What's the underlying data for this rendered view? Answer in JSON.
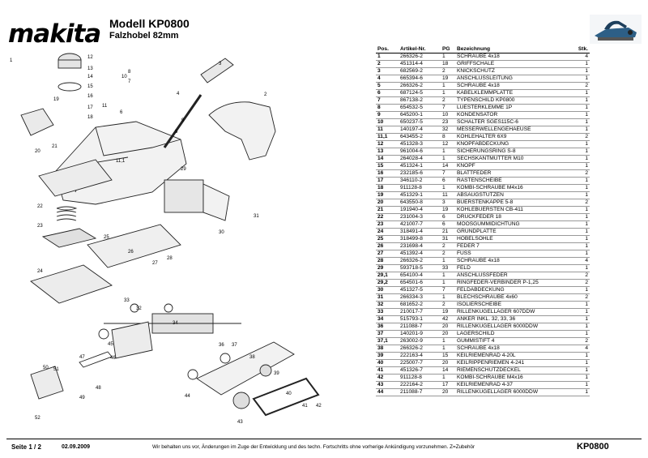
{
  "header": {
    "brand": "makita",
    "model": "Modell  KP0800",
    "subtitle": "Falzhobel 82mm"
  },
  "parts_table": {
    "columns": [
      "Pos.",
      "Artikel-Nr.",
      "PG",
      "Bezeichnung",
      "Stk."
    ],
    "rows": [
      [
        "1",
        "266326-2",
        "1",
        "SCHRAUBE 4x18",
        "4"
      ],
      [
        "2",
        "451314-4",
        "18",
        "GRIFFSCHALE",
        "1"
      ],
      [
        "3",
        "682569-2",
        "2",
        "KNICKSCHUTZ",
        "1"
      ],
      [
        "4",
        "665394-6",
        "19",
        "ANSCHLUSSLEITUNG",
        "1"
      ],
      [
        "5",
        "266326-2",
        "1",
        "SCHRAUBE 4x18",
        "2"
      ],
      [
        "6",
        "687124-5",
        "1",
        "KABELKLEMMPLATTE",
        "1"
      ],
      [
        "7",
        "867138-2",
        "2",
        "TYPENSCHILD KP0800",
        "1"
      ],
      [
        "8",
        "654532-5",
        "7",
        "LUESTERKLEMME 1P",
        "1"
      ],
      [
        "9",
        "645200-1",
        "10",
        "KONDENSATOR",
        "1"
      ],
      [
        "10",
        "650237-5",
        "23",
        "SCHALTER SGES115C-6",
        "1"
      ],
      [
        "11",
        "140197-4",
        "32",
        "MESSERWELLENGEHAEUSE",
        "1"
      ],
      [
        "11,1",
        "643455-2",
        "8",
        "KOHLEHALTER 6X9",
        "2"
      ],
      [
        "12",
        "451328-3",
        "12",
        "KNOPFABDECKUNG",
        "1"
      ],
      [
        "13",
        "961004-6",
        "1",
        "SICHERUNGSRING S-8",
        "1"
      ],
      [
        "14",
        "264028-4",
        "1",
        "SECHSKANTMUTTER M10",
        "1"
      ],
      [
        "15",
        "451324-1",
        "14",
        "KNOPF",
        "1"
      ],
      [
        "16",
        "232185-6",
        "7",
        "BLATTFEDER",
        "2"
      ],
      [
        "17",
        "346110-2",
        "6",
        "RASTENSCHEIBE",
        "1"
      ],
      [
        "18",
        "911128-8",
        "1",
        "KOMBI-SCHRAUBE M4x16",
        "1"
      ],
      [
        "19",
        "451329-1",
        "11",
        "ABSAUGSTUTZEN",
        "1"
      ],
      [
        "20",
        "643550-8",
        "3",
        "BUERSTENKAPPE 5-8",
        "2"
      ],
      [
        "21",
        "191940-4",
        "19",
        "KOHLEBUERSTEN CB-411",
        "1"
      ],
      [
        "22",
        "231004-3",
        "6",
        "DRUCKFEDER 18",
        "1"
      ],
      [
        "23",
        "421007-7",
        "6",
        "MOOSGUMMIDICHTUNG",
        "1"
      ],
      [
        "24",
        "318491-4",
        "21",
        "GRUNDPLATTE",
        "1"
      ],
      [
        "25",
        "318499-8",
        "31",
        "HOBELSOHLE",
        "1"
      ],
      [
        "26",
        "231698-4",
        "2",
        "FEDER 7",
        "1"
      ],
      [
        "27",
        "451392-4",
        "2",
        "FUSS",
        "1"
      ],
      [
        "28",
        "266326-2",
        "1",
        "SCHRAUBE 4x18",
        "4"
      ],
      [
        "29",
        "593718-5",
        "33",
        "FELD",
        "1"
      ],
      [
        "29,1",
        "654100-4",
        "1",
        "ANSCHLUSSFEDER",
        "2"
      ],
      [
        "29,2",
        "654501-6",
        "1",
        "RINGFEDER-VERBINDER P-1,25",
        "2"
      ],
      [
        "30",
        "451327-5",
        "7",
        "FELDABDECKUNG",
        "1"
      ],
      [
        "31",
        "266334-3",
        "1",
        "BLECHSCHRAUBE 4x60",
        "2"
      ],
      [
        "32",
        "681652-2",
        "2",
        "ISOLIERSCHEIBE",
        "1"
      ],
      [
        "33",
        "210017-7",
        "19",
        "RILLENKUGELLAGER 607DDW",
        "1"
      ],
      [
        "34",
        "515793-1",
        "42",
        "ANKER INKL. 32, 33, 36",
        "1"
      ],
      [
        "36",
        "211088-7",
        "20",
        "RILLENKUGELLAGER 6000DDW",
        "1"
      ],
      [
        "37",
        "140201-9",
        "20",
        "LAGERSCHILD",
        "1"
      ],
      [
        "37,1",
        "263002-9",
        "1",
        "GUMMISTIFT 4",
        "2"
      ],
      [
        "38",
        "266326-2",
        "1",
        "SCHRAUBE 4x18",
        "4"
      ],
      [
        "39",
        "222163-4",
        "15",
        "KEILRIEMENRAD 4-20L",
        "1"
      ],
      [
        "40",
        "225007-7",
        "20",
        "KEILRIPPENRIEMEN 4-241",
        "1"
      ],
      [
        "41",
        "451326-7",
        "14",
        "RIEMENSCHUTZDECKEL",
        "1"
      ],
      [
        "42",
        "911128-8",
        "1",
        "KOMBI-SCHRAUBE M4x16",
        "1"
      ],
      [
        "43",
        "222164-2",
        "17",
        "KEILRIEMENRAD 4-37",
        "1"
      ],
      [
        "44",
        "211088-7",
        "20",
        "RILLENKUGELLAGER 6000DDW",
        "1"
      ]
    ]
  },
  "diagram_labels": [
    "1",
    "2",
    "3",
    "4",
    "5",
    "6",
    "7",
    "8",
    "9",
    "10",
    "11",
    "11,1",
    "12",
    "13",
    "14",
    "15",
    "16",
    "17",
    "18",
    "19",
    "20",
    "21",
    "22",
    "23",
    "24",
    "25",
    "26",
    "27",
    "28",
    "29",
    "30",
    "31",
    "32",
    "33",
    "34",
    "36",
    "37",
    "38",
    "39",
    "40",
    "41",
    "42",
    "43",
    "44",
    "45",
    "46",
    "47",
    "48",
    "49",
    "50",
    "51",
    "52"
  ],
  "footer": {
    "page": "Seite 1 / 2",
    "date": "02.09.2009",
    "note": "Wir behalten uns vor, Änderungen im Zuge der Entwicklung und des techn. Fortschritts ohne vorherige Ankündigung vorzunehmen. Z=Zubehör",
    "model": "KP0800"
  }
}
